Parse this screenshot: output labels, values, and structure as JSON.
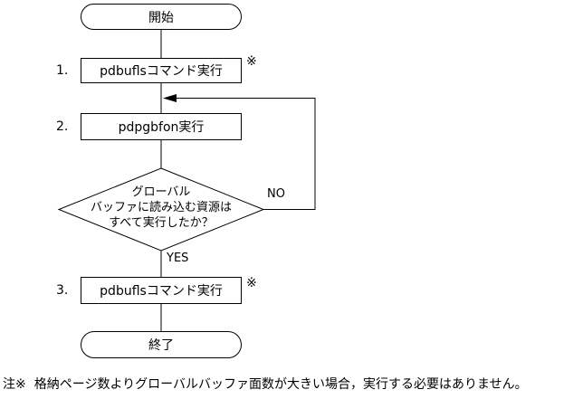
{
  "flowchart": {
    "start_label": "開始",
    "end_label": "終了",
    "steps": [
      {
        "number": "1.",
        "label": "pdbuflsコマンド実行",
        "note_mark": "※"
      },
      {
        "number": "2.",
        "label": "pdpgbfon実行",
        "note_mark": ""
      },
      {
        "number": "3.",
        "label": "pdbuflsコマンド実行",
        "note_mark": "※"
      }
    ],
    "decision": {
      "line1": "グローバル",
      "line2": "バッファに読み込む資源は",
      "line3": "すべて実行したか？",
      "yes_label": "YES",
      "no_label": "NO"
    },
    "footnote": {
      "prefix": "注※",
      "text": "格納ページ数よりグローバルバッファ面数が大きい場合，実行する必要はありません。"
    }
  },
  "colors": {
    "line": "#000000",
    "background": "#ffffff",
    "text": "#000000"
  }
}
